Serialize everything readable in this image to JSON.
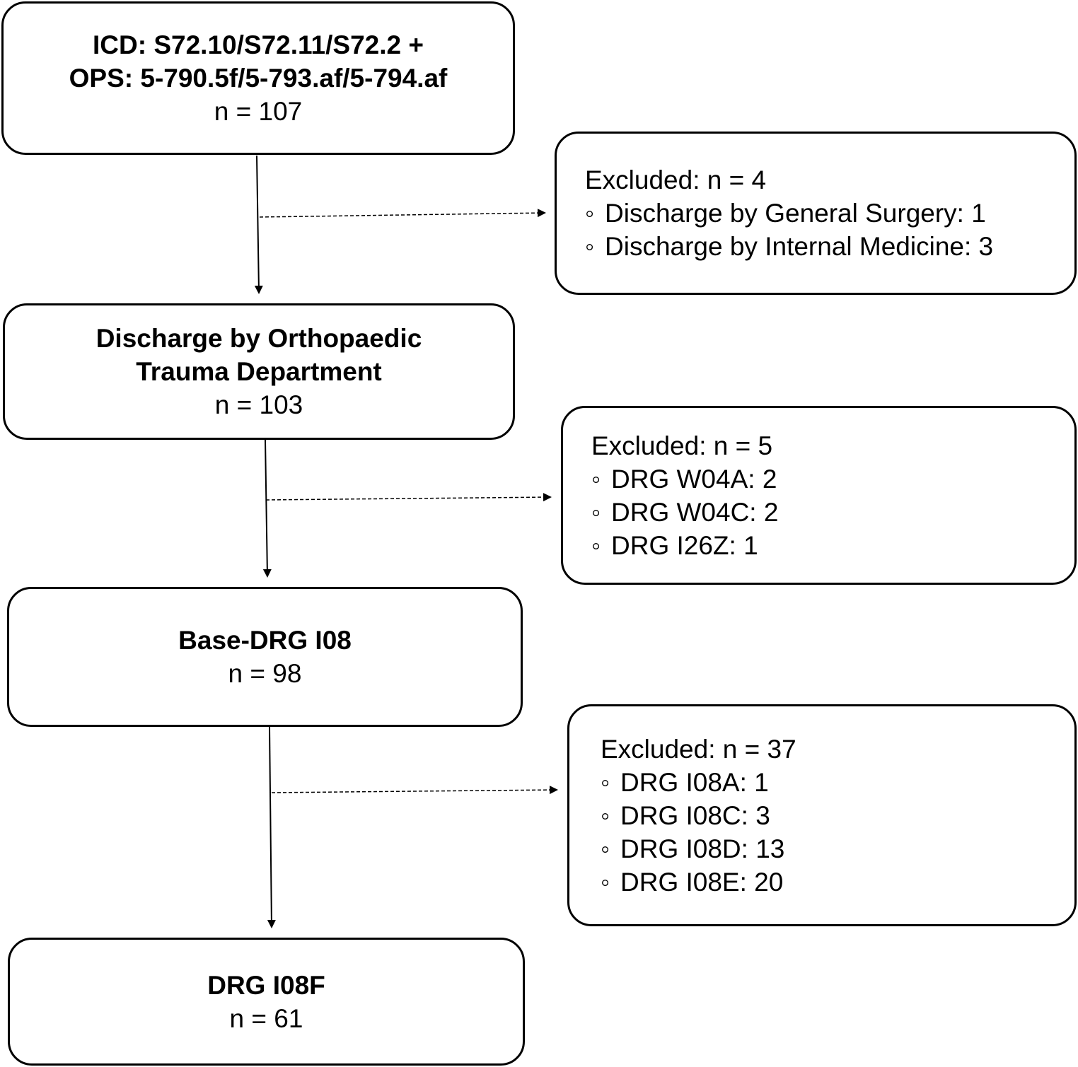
{
  "boxes": {
    "initial": {
      "line1": "ICD: S72.10/S72.11/S72.2 +",
      "line2": "OPS: 5-790.5f/5-793.af/5-794.af",
      "count": "n = 107"
    },
    "ortho": {
      "line1": "Discharge by Orthopaedic",
      "line2": "Trauma Department",
      "count": "n = 103"
    },
    "base_drg": {
      "line1": "Base-DRG I08",
      "count": "n = 98"
    },
    "final": {
      "line1": "DRG I08F",
      "count": "n = 61"
    }
  },
  "exclusions": {
    "first": {
      "header": "Excluded: n = 4",
      "bullet": "◦",
      "items": [
        "Discharge by General Surgery: 1",
        "Discharge by Internal Medicine: 3"
      ]
    },
    "second": {
      "header": "Excluded: n = 5",
      "bullet": "◦",
      "items": [
        "DRG W04A: 2",
        "DRG W04C: 2",
        "DRG I26Z: 1"
      ]
    },
    "third": {
      "header": "Excluded: n = 37",
      "bullet": "◦",
      "items": [
        "DRG I08A: 1",
        "DRG I08C: 3",
        "DRG I08D: 13",
        "DRG I08E: 20"
      ]
    }
  },
  "colors": {
    "stroke": "#000000",
    "background": "#ffffff"
  }
}
